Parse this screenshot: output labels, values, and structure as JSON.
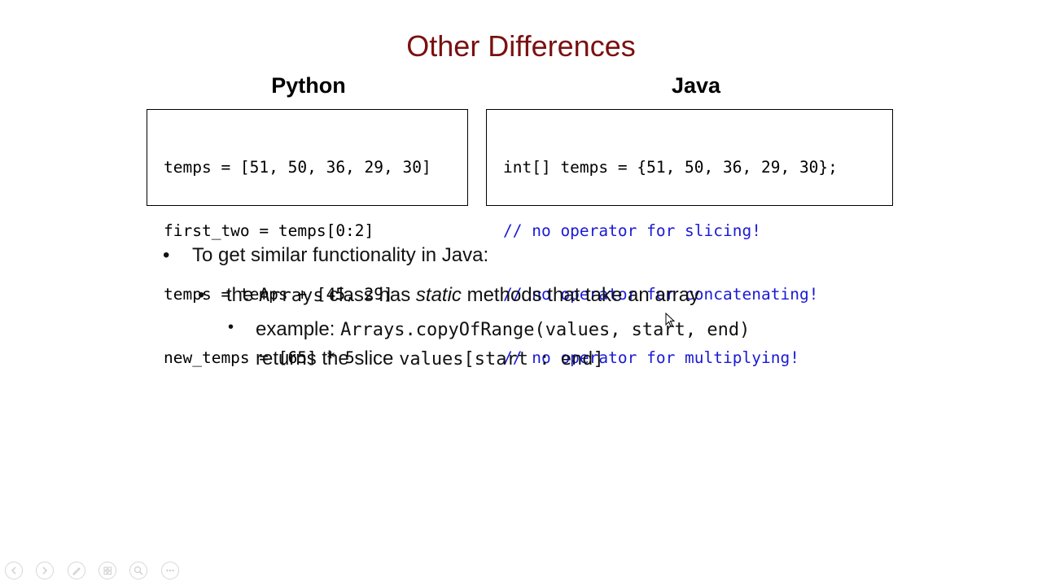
{
  "slide": {
    "title": "Other Differences",
    "python_heading": "Python",
    "java_heading": "Java"
  },
  "python_code": [
    "temps = [51, 50, 36, 29, 30]",
    "first_two = temps[0:2]",
    "temps = temps + [45, 29]",
    "new_temps = [65] * 5"
  ],
  "java_code": [
    "int[] temps = {51, 50, 36, 29, 30};",
    "// no operator for slicing!",
    "// no operator for concatenating!",
    "// no operator for multiplying!"
  ],
  "bullets": {
    "b1": "To get similar functionality in Java:",
    "b2_pre": "the ",
    "b2_code": "Arrays",
    "b2_mid": " class has ",
    "b2_em": "static",
    "b2_post": " methods that take an array",
    "b3_pre": "example:  ",
    "b3_code": "Arrays.copyOfRange(values, start, end)",
    "b3_line2_pre": "returns the slice ",
    "b3_line2_code": "values[start : end]"
  },
  "bullet_glyph": "•",
  "nav_icons": [
    "previous-icon",
    "next-icon",
    "pen-icon",
    "slide-grid-icon",
    "zoom-icon",
    "more-icon"
  ],
  "colors": {
    "title": "#7a1010",
    "comment": "#1a1ad6"
  }
}
